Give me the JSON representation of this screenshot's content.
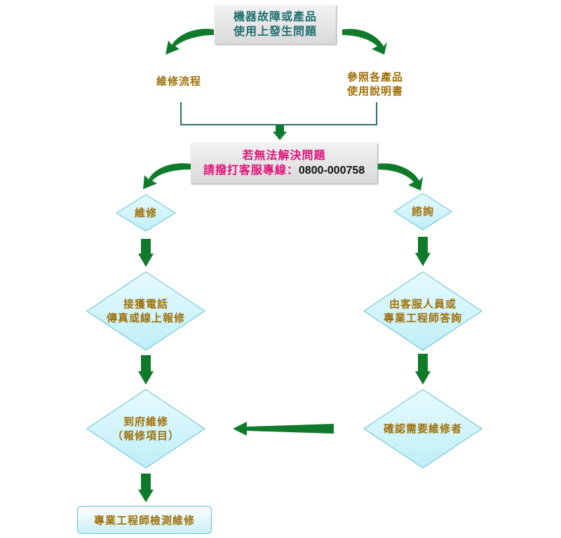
{
  "top_box": {
    "line1": "機器故障或產品",
    "line2": "使用上發生問題"
  },
  "left_label": "維修流程",
  "right_label": {
    "line1": "參照各產品",
    "line2": "使用說明書"
  },
  "middle_box": {
    "line1": "若無法解決問題",
    "line2_prefix": "請撥打客服專線：",
    "phone": "0800-000758"
  },
  "left_branch": {
    "start": "維修",
    "step1": {
      "line1": "接獲電話",
      "line2": "傳真或線上報修"
    },
    "step2": {
      "line1": "到府維修",
      "line2": "（報修項目）"
    },
    "final": "專業工程師檢測維修"
  },
  "right_branch": {
    "start": "諮詢",
    "step1": {
      "line1": "由客服人員或",
      "line2": "專業工程師答詢"
    },
    "step2": "確認需要維修者"
  },
  "colors": {
    "arrow_green": "#0f7a2a",
    "teal_text": "#1f6f6f",
    "gold_text": "#a0700a",
    "pink_text": "#e0107a",
    "diamond_fill": "#cdf4fa",
    "diamond_stroke": "#5fbfcf",
    "connector": "#2e6f6f"
  }
}
